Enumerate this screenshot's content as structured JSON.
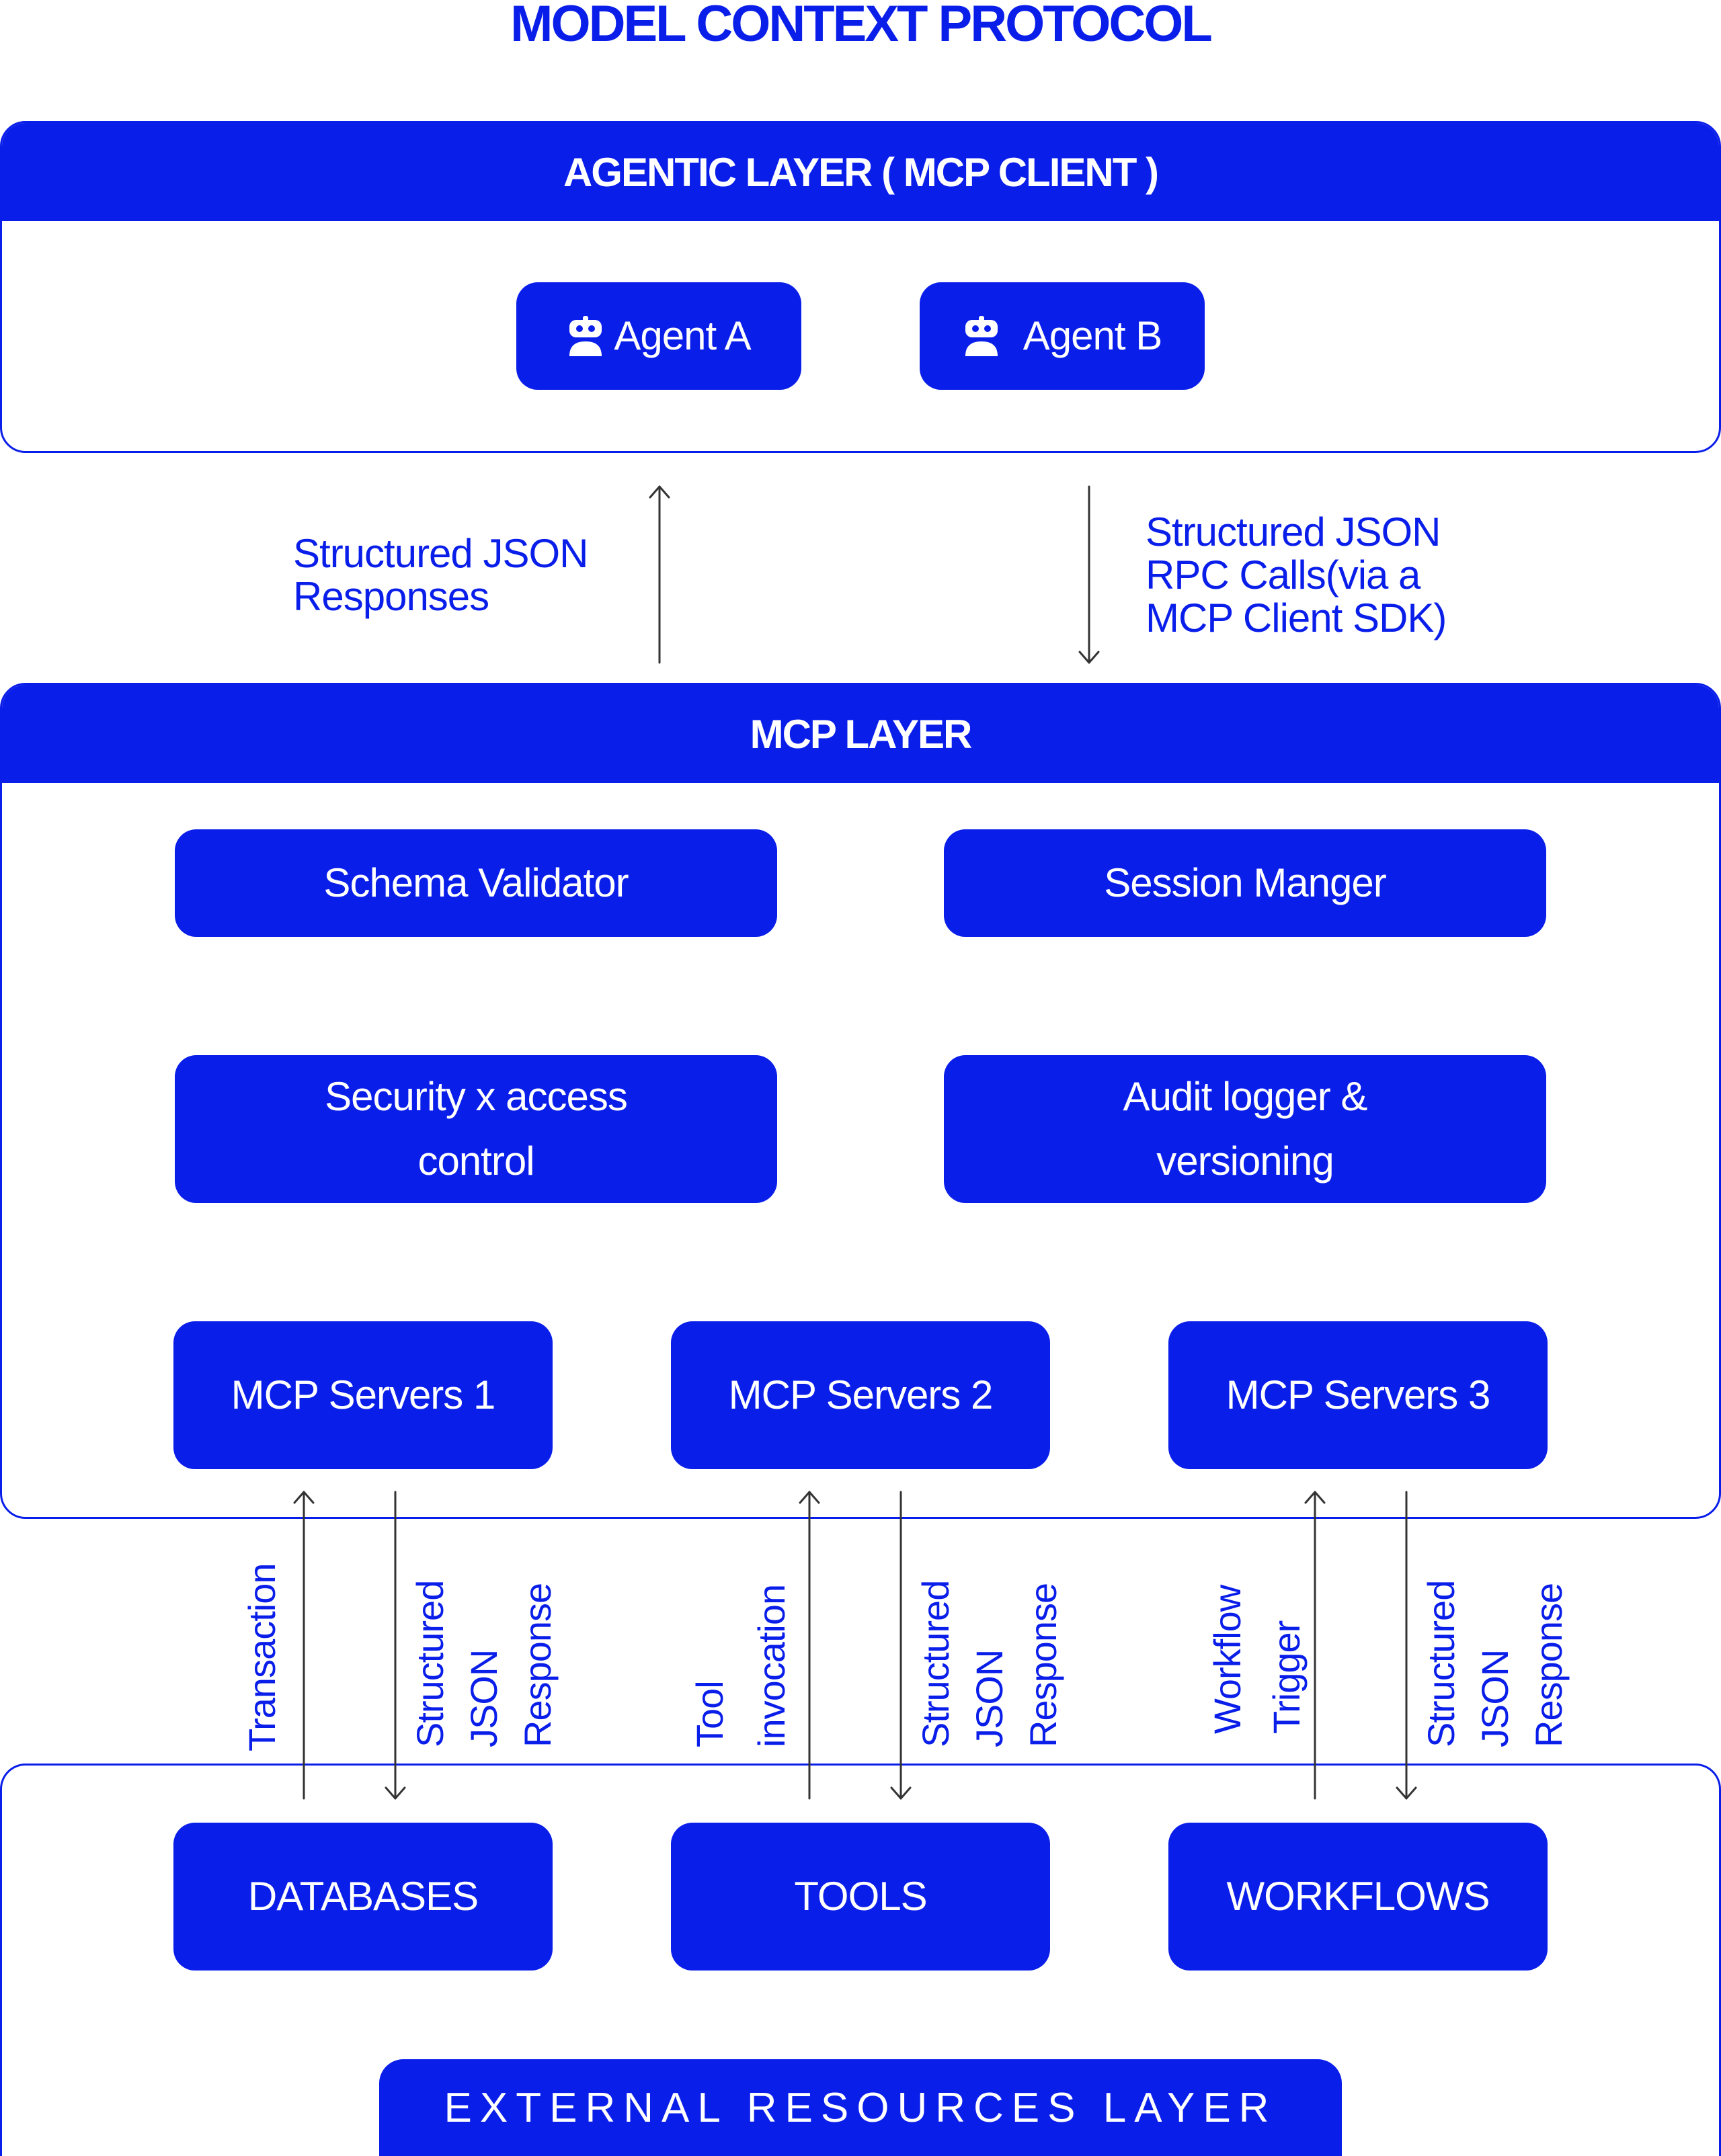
{
  "title": "MODEL CONTEXT PROTOCOL",
  "agentic_layer": {
    "header": "AGENTIC LAYER ( MCP CLIENT )",
    "agents": [
      "Agent A",
      "Agent B"
    ],
    "icon": "robot-icon"
  },
  "connectors_top": {
    "up_label": "Structured JSON\nResponses",
    "down_label": "Structured JSON\nRPC Calls(via a\nMCP Client SDK)"
  },
  "mcp_layer": {
    "header": "MCP LAYER",
    "components": [
      "Schema Validator",
      "Session Manger",
      "Security x access\ncontrol",
      "Audit logger &\nversioning"
    ],
    "servers": [
      "MCP Servers 1",
      "MCP Servers 2",
      "MCP Servers 3"
    ]
  },
  "connectors_bottom": [
    {
      "up_label": "Transaction",
      "down_label": "Structured\nJSON\nResponse"
    },
    {
      "up_label": "Tool\ninvocation",
      "down_label": "Structured\nJSON\nResponse"
    },
    {
      "up_label": "Workflow\nTrigger",
      "down_label": "Structured\nJSON\nResponse"
    }
  ],
  "external_layer": {
    "resources": [
      "DATABASES",
      "TOOLS",
      "WORKFLOWS"
    ],
    "footer": "EXTERNAL RESOURCES LAYER"
  },
  "colors": {
    "accent": "#0a1eea",
    "arrow": "#333333"
  }
}
